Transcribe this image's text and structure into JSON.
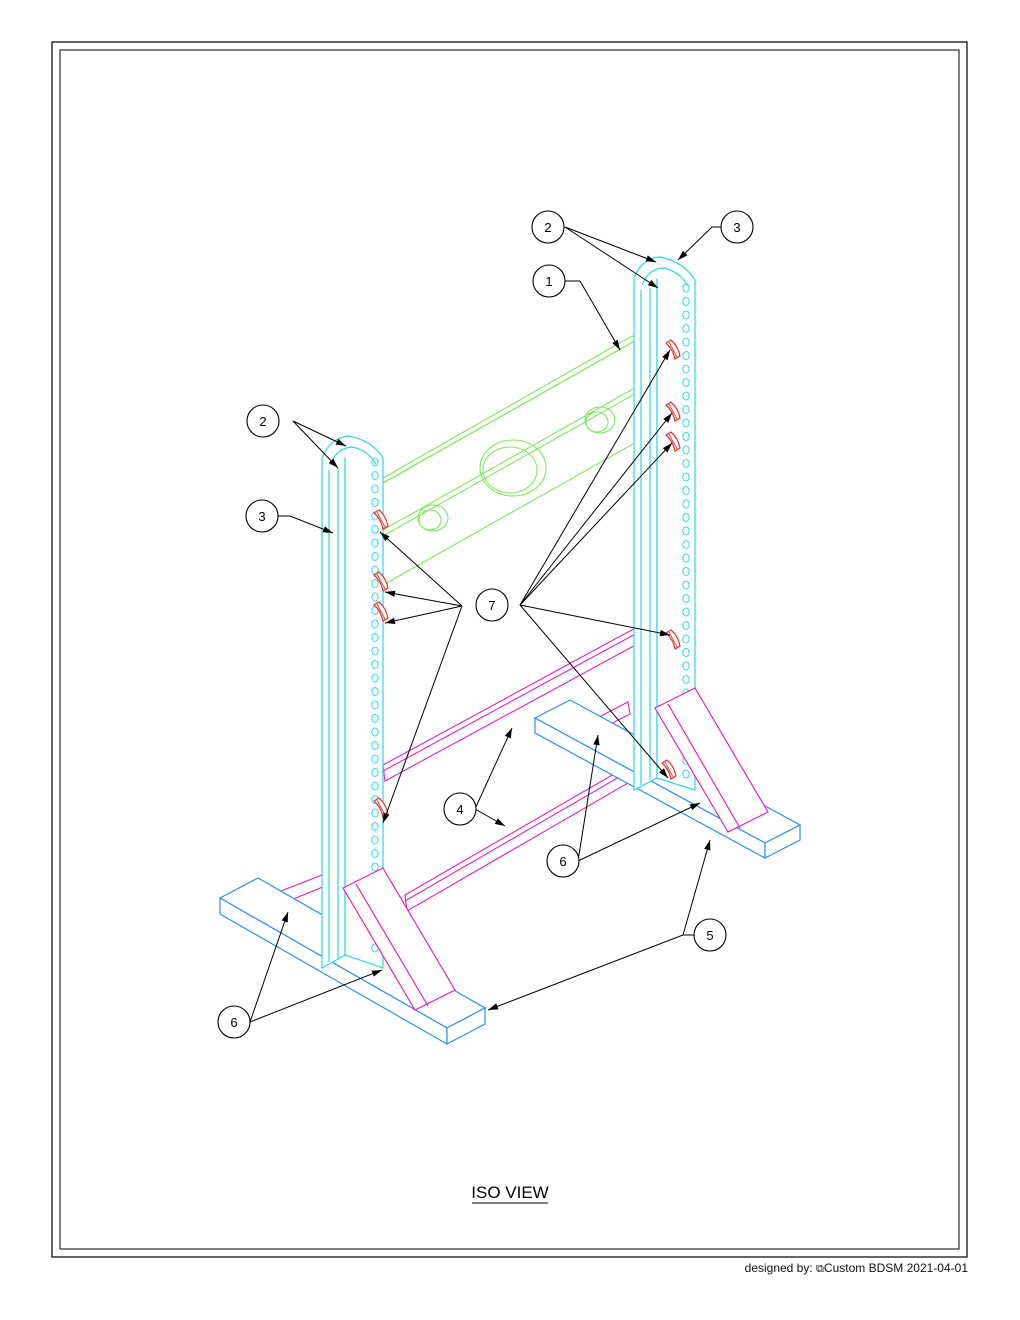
{
  "drawing": {
    "view_title": "ISO VIEW",
    "credit": {
      "prefix": "designed by:",
      "mark": "⧉",
      "brand": "Custom BDSM",
      "date": "2021-04-01"
    },
    "balloons": [
      {
        "id": "b2-top",
        "label": "2"
      },
      {
        "id": "b3-top",
        "label": "3"
      },
      {
        "id": "b1",
        "label": "1"
      },
      {
        "id": "b2-left",
        "label": "2"
      },
      {
        "id": "b3-left",
        "label": "3"
      },
      {
        "id": "b7",
        "label": "7"
      },
      {
        "id": "b4",
        "label": "4"
      },
      {
        "id": "b6-right",
        "label": "6"
      },
      {
        "id": "b5",
        "label": "5"
      },
      {
        "id": "b6-left",
        "label": "6"
      }
    ]
  },
  "colors": {
    "board": "#7ee85a",
    "post": "#2fd6e8",
    "foot": "#2e8ff0",
    "rail": "#e020c0",
    "peg": "#e8302a",
    "leader": "#000000"
  }
}
